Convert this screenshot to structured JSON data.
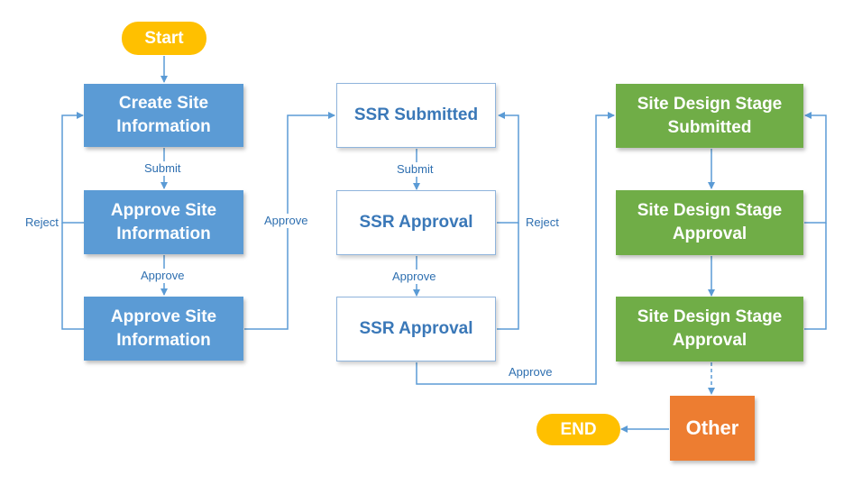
{
  "colors": {
    "blue": "#5b9bd5",
    "green": "#70ad47",
    "orange": "#ed7d31",
    "yellow": "#ffc000",
    "connector": "#5b9bd5",
    "white_box_text": "#3a78b8"
  },
  "nodes": {
    "start": "Start",
    "create_site_information": "Create Site\nInformation",
    "approve_site_information_1": "Approve Site\nInformation",
    "approve_site_information_2": "Approve Site\nInformation",
    "ssr_submitted": "SSR Submitted",
    "ssr_approval_1": "SSR Approval",
    "ssr_approval_2": "SSR Approval",
    "site_design_stage_submitted": "Site Design Stage\nSubmitted",
    "site_design_stage_approval_1": "Site Design Stage\nApproval",
    "site_design_stage_approval_2": "Site Design Stage\nApproval",
    "other": "Other",
    "end": "END"
  },
  "edge_labels": {
    "submit_1": "Submit",
    "approve_1": "Approve",
    "reject_1": "Reject",
    "approve_col1_to_ssr": "Approve",
    "submit_2": "Submit",
    "approve_2": "Approve",
    "reject_2": "Reject",
    "approve_ssr_to_site_design": "Approve"
  }
}
